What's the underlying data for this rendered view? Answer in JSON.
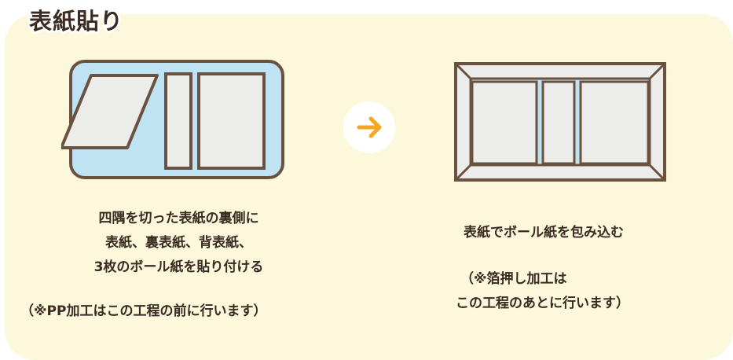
{
  "title": "表紙貼り",
  "left_caption": {
    "lines": [
      "四隅を切った表紙の裏側に",
      "表紙、裏表紙、背表紙、",
      "3枚のボール紙を貼り付ける"
    ],
    "note": "（※PP加工はこの工程の前に行います）"
  },
  "right_caption": {
    "lines": [
      "表紙でボール紙を包み込む"
    ],
    "note_lines": [
      "（※箔押し加工は",
      "この工程のあとに行います）"
    ]
  },
  "arrow_icon": "arrow-right-icon",
  "colors": {
    "panel_bg": "#fbf8dc",
    "cover_blue": "#bfe3f2",
    "board_gray": "#ececea",
    "outline_brown": "#6b5240",
    "arrow_orange": "#f5a623",
    "text": "#3a2a22"
  }
}
